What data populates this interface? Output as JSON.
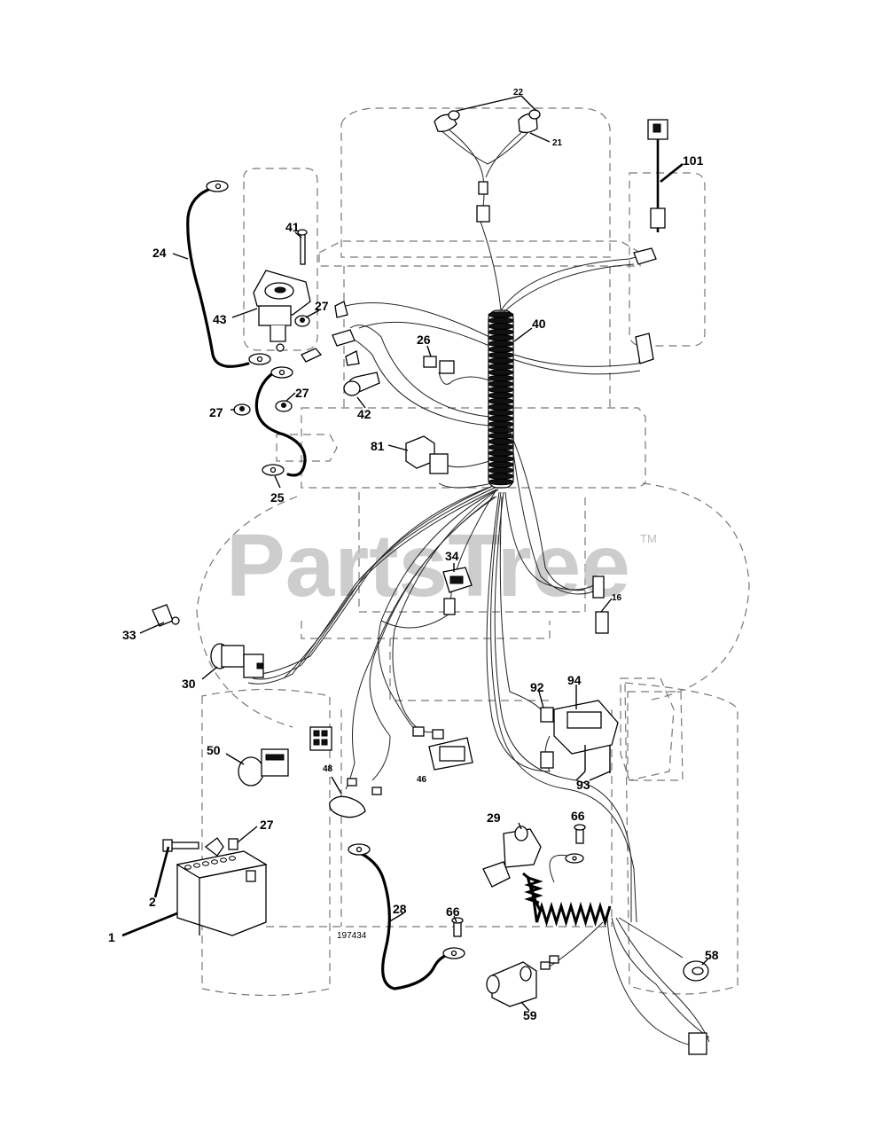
{
  "watermark": {
    "text": "PartsTree",
    "tm": "TM"
  },
  "drawing_number": "197434",
  "callouts": [
    {
      "id": "c-22",
      "text": "22"
    },
    {
      "id": "c-21",
      "text": "21"
    },
    {
      "id": "c-101",
      "text": "101"
    },
    {
      "id": "c-24",
      "text": "24"
    },
    {
      "id": "c-41",
      "text": "41"
    },
    {
      "id": "c-43",
      "text": "43"
    },
    {
      "id": "c-27a",
      "text": "27"
    },
    {
      "id": "c-27b",
      "text": "27"
    },
    {
      "id": "c-27c",
      "text": "27"
    },
    {
      "id": "c-40",
      "text": "40"
    },
    {
      "id": "c-26",
      "text": "26"
    },
    {
      "id": "c-42",
      "text": "42"
    },
    {
      "id": "c-81",
      "text": "81"
    },
    {
      "id": "c-25",
      "text": "25"
    },
    {
      "id": "c-34",
      "text": "34"
    },
    {
      "id": "c-16",
      "text": "16"
    },
    {
      "id": "c-33",
      "text": "33"
    },
    {
      "id": "c-30",
      "text": "30"
    },
    {
      "id": "c-92",
      "text": "92"
    },
    {
      "id": "c-94",
      "text": "94"
    },
    {
      "id": "c-50",
      "text": "50"
    },
    {
      "id": "c-48",
      "text": "48"
    },
    {
      "id": "c-46",
      "text": "46"
    },
    {
      "id": "c-93",
      "text": "93"
    },
    {
      "id": "c-29",
      "text": "29"
    },
    {
      "id": "c-66a",
      "text": "66"
    },
    {
      "id": "c-27d",
      "text": "27"
    },
    {
      "id": "c-2",
      "text": "2"
    },
    {
      "id": "c-28",
      "text": "28"
    },
    {
      "id": "c-66b",
      "text": "66"
    },
    {
      "id": "c-1",
      "text": "1"
    },
    {
      "id": "c-58",
      "text": "58"
    },
    {
      "id": "c-59",
      "text": "59"
    }
  ]
}
